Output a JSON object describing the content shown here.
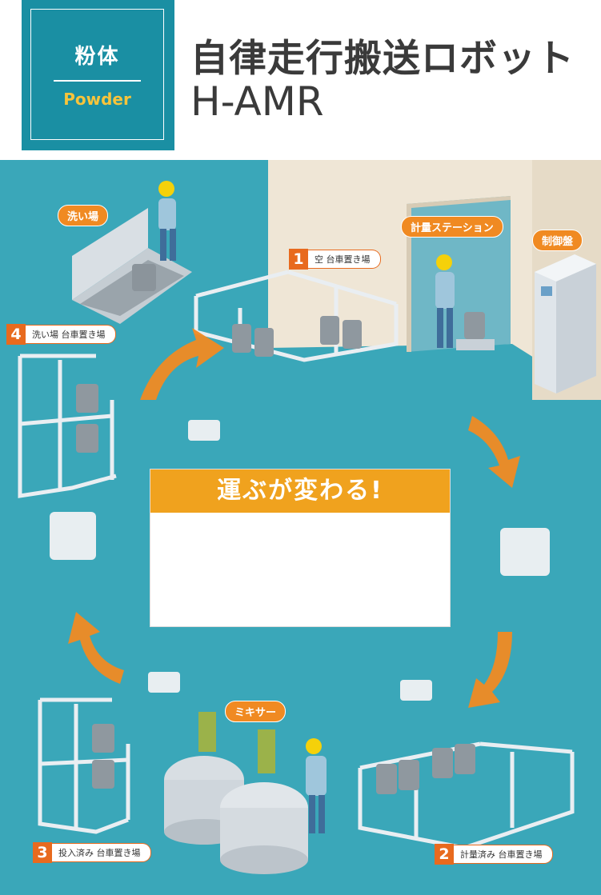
{
  "header": {
    "badge_jp": "粉体",
    "badge_en": "Powder",
    "title_jp": "自律走行搬送ロボット",
    "title_en": "H-AMR"
  },
  "labels": {
    "wash_area": "洗い場",
    "weighing_station": "計量ステーション",
    "control_panel": "制御盤",
    "mixer": "ミキサー"
  },
  "steps": [
    {
      "num": "1",
      "text": "空 台車置き場"
    },
    {
      "num": "2",
      "text": "計量済み 台車置き場"
    },
    {
      "num": "3",
      "text": "投入済み 台車置き場"
    },
    {
      "num": "4",
      "text": "洗い場 台車置き場"
    }
  ],
  "center": {
    "headline": "運ぶが変わる!"
  },
  "colors": {
    "teal": "#3aa7b9",
    "badge_teal": "#1a8fa3",
    "orange": "#f08a22",
    "headline_orange": "#f0a21e",
    "wall": "#efe6d6"
  }
}
